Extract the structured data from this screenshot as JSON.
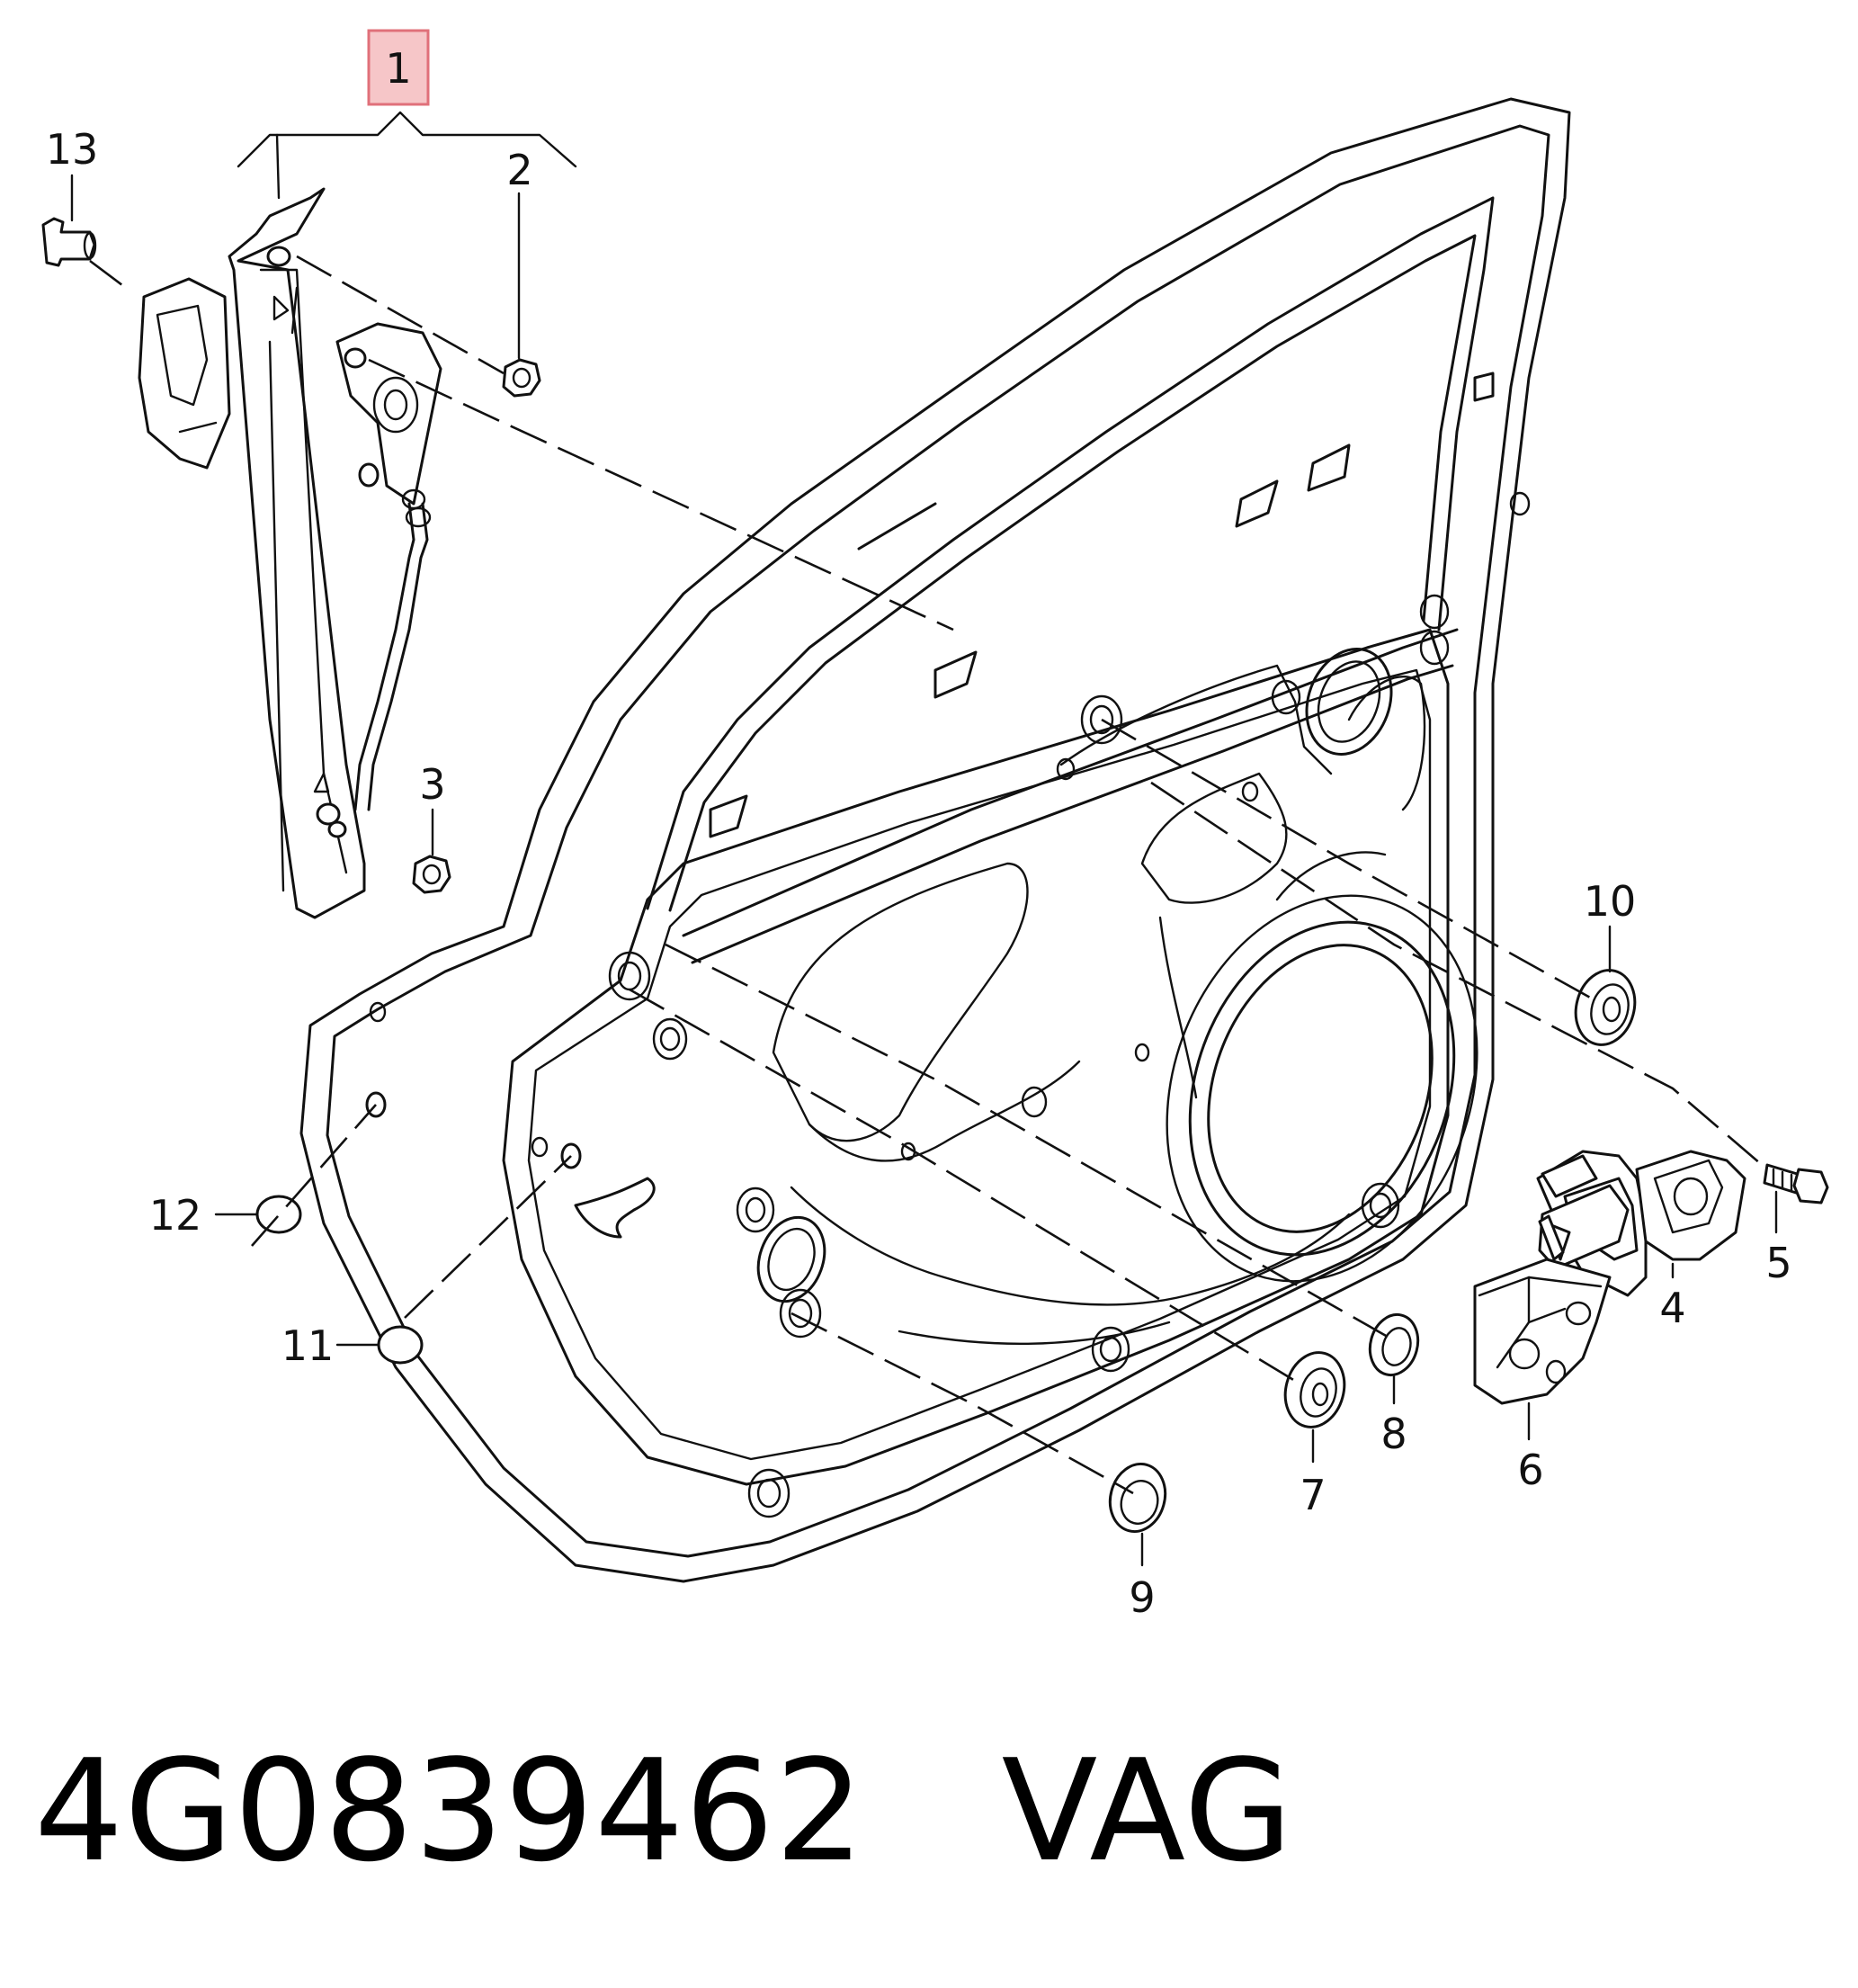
{
  "callouts": {
    "c1": "1",
    "c2": "2",
    "c3": "3",
    "c4": "4",
    "c5": "5",
    "c6": "6",
    "c7": "7",
    "c8": "8",
    "c9": "9",
    "c10": "10",
    "c11": "11",
    "c12": "12",
    "c13": "13"
  },
  "highlight_color": "#f6c6c8",
  "footer": {
    "part_number": "4G0839462   VAG"
  }
}
